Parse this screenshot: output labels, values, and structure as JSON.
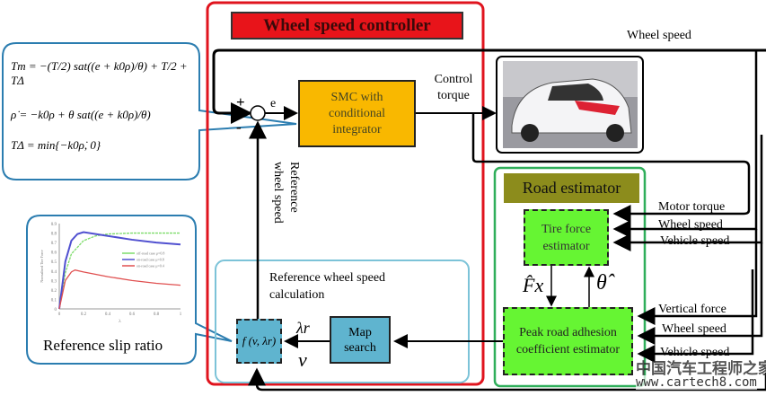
{
  "title": "Wheel speed controller",
  "smc_block": "SMC with conditional integrator",
  "sum_signs": {
    "plus": "+",
    "minus": "-",
    "error": "e"
  },
  "control_torque": "Control torque",
  "feedback_label": "Wheel speed",
  "reference_wheel_speed_vertical": "Reference wheel speed",
  "road_estimator": {
    "title": "Road estimator",
    "tire_force_block": "Tire force estimator",
    "peak_block": "Peak road adhesion coefficient estimator",
    "fx_label": "F̂x",
    "theta_label": "θ̂",
    "inputs_tire": [
      "Motor torque",
      "Wheel speed",
      "Vehicle speed"
    ],
    "inputs_peak": [
      "Vertical force",
      "Wheel speed",
      "Vehicle speed"
    ]
  },
  "ref_calc": {
    "title": "Reference wheel speed calculation",
    "f_block": "f (v, λr)",
    "map_search": "Map search",
    "lambda_label": "λr",
    "v_label": "v"
  },
  "equations": [
    "Tm = −(T/2) sat((e + k0ρ)/θ) + T/2 + TΔ",
    "ρ̇ = −k0ρ + θ sat((e + k0ρ)/θ)",
    "TΔ = min{−k0ρ̇, 0}"
  ],
  "slip_callout": "Reference slip ratio",
  "watermark": {
    "cn": "中国汽车工程师之家",
    "url": "www.cartech8.com"
  },
  "colors": {
    "controller_border": "#e0141e",
    "title_fill": "#e8141a",
    "smc_fill": "#f9b800",
    "estimator_border": "#2fae5a",
    "estimator_title_fill": "#8c8c1c",
    "estimator_block_fill": "#66f533",
    "ref_fill": "#5fb4cf",
    "callout_border": "#2b7db0"
  },
  "chart_data": {
    "type": "line",
    "xlabel": "λ",
    "ylabel": "Normalized Tire Force",
    "xlim": [
      0,
      1
    ],
    "ylim": [
      0,
      0.9
    ],
    "xticks": [
      "0",
      "0.2",
      "0.4",
      "0.6",
      "0.8",
      "1"
    ],
    "yticks": [
      "0",
      "0.1",
      "0.2",
      "0.3",
      "0.4",
      "0.5",
      "0.6",
      "0.7",
      "0.8",
      "0.9"
    ],
    "series": [
      {
        "name": "off-road case μ=0.8",
        "color": "#7ddc6a",
        "x": [
          0,
          0.05,
          0.1,
          0.2,
          0.3,
          0.4,
          0.6,
          0.8,
          1
        ],
        "y": [
          0,
          0.38,
          0.58,
          0.72,
          0.77,
          0.79,
          0.8,
          0.8,
          0.8
        ]
      },
      {
        "name": "on-road case μ=0.8",
        "color": "#5050d0",
        "x": [
          0,
          0.05,
          0.1,
          0.15,
          0.2,
          0.3,
          0.4,
          0.6,
          0.8,
          1
        ],
        "y": [
          0,
          0.5,
          0.72,
          0.79,
          0.81,
          0.79,
          0.77,
          0.73,
          0.7,
          0.68
        ]
      },
      {
        "name": "on-road case μ=0.4",
        "color": "#e05050",
        "x": [
          0,
          0.05,
          0.1,
          0.13,
          0.2,
          0.4,
          0.6,
          0.8,
          1
        ],
        "y": [
          0,
          0.3,
          0.39,
          0.41,
          0.39,
          0.34,
          0.3,
          0.27,
          0.25
        ]
      }
    ]
  }
}
